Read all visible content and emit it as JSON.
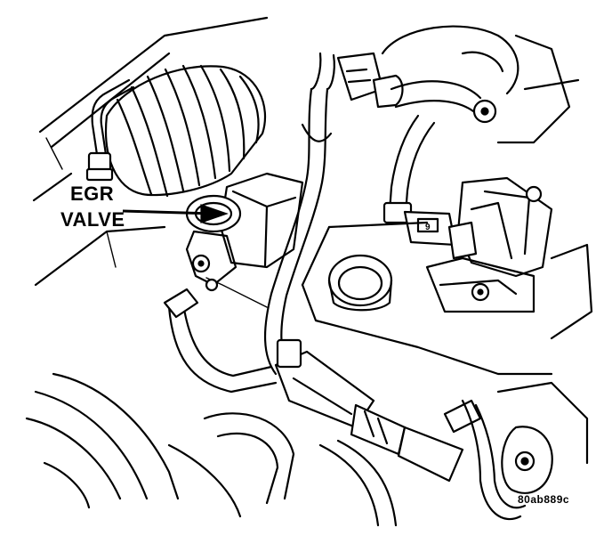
{
  "figure": {
    "callout": {
      "line1": "EGR",
      "line2": "VALVE"
    },
    "figure_code": "80ab889c"
  }
}
